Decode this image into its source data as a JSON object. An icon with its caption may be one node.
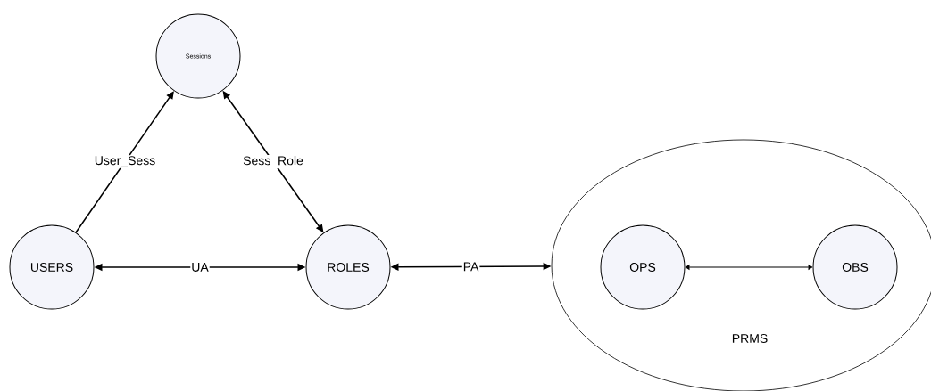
{
  "diagram": {
    "nodes": [
      {
        "text": [
          "Sessions"
        ]
      },
      {
        "text": [
          "USERS"
        ]
      },
      {
        "text": [
          "ROLES"
        ]
      },
      {
        "text": [
          "PRMS"
        ]
      },
      {
        "text": [
          "OPS"
        ],
        "in": 3
      },
      {
        "text": [
          "OBS"
        ],
        "in": 3
      }
    ],
    "edges": [
      {
        "from": 1,
        "to": 0,
        "arrow": "to",
        "label": "User_Sess"
      },
      {
        "from": 0,
        "to": 2,
        "arrow": "both",
        "label": "Sess_Role"
      },
      {
        "from": 1,
        "to": 2,
        "arrow": "both",
        "label": "UA"
      },
      {
        "from": 2,
        "to": 3,
        "arrow": "both",
        "label": "PA"
      },
      {
        "from": 4,
        "to": 5,
        "arrow": "both"
      }
    ]
  }
}
